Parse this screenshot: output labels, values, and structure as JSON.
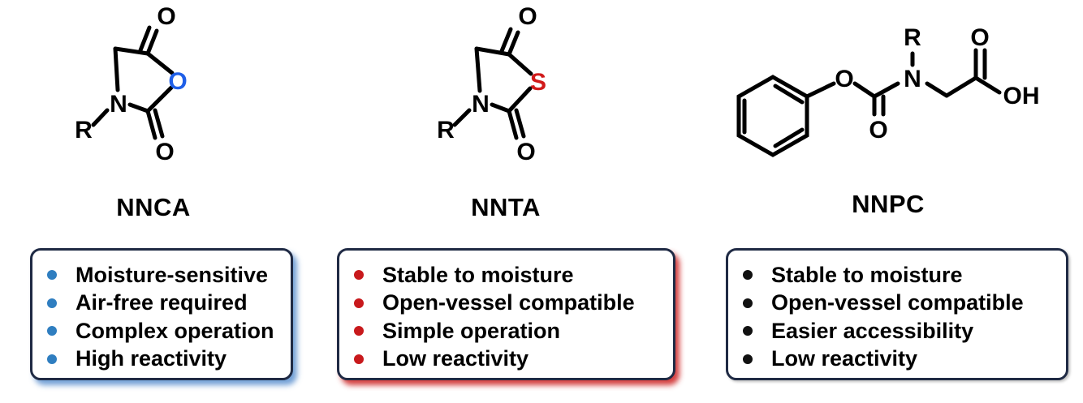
{
  "colors": {
    "blue": "#2f7ec0",
    "red": "#c8191c",
    "black": "#111111",
    "oxygen_blue": "#1f5fe8",
    "sulfur_red": "#d11a1a"
  },
  "structures": {
    "nnca": {
      "o_top": "O",
      "o_ring": "O",
      "o_bottom": "O",
      "n": "N",
      "r": "R"
    },
    "nnta": {
      "o_top": "O",
      "s_ring": "S",
      "o_bottom": "O",
      "n": "N",
      "r": "R"
    },
    "nnpc": {
      "o_ester": "O",
      "n": "N",
      "r": "R",
      "o_carbonyl": "O",
      "o_acid": "O",
      "oh": "OH"
    }
  },
  "columns": [
    {
      "name": "NNCA",
      "bullet_color": "#2f7ec0",
      "items": [
        "Moisture-sensitive",
        "Air-free required",
        "Complex operation",
        "High reactivity"
      ]
    },
    {
      "name": "NNTA",
      "bullet_color": "#c8191c",
      "items": [
        "Stable to moisture",
        "Open-vessel compatible",
        "Simple operation",
        "Low reactivity"
      ]
    },
    {
      "name": "NNPC",
      "bullet_color": "#111111",
      "items": [
        "Stable to moisture",
        "Open-vessel compatible",
        "Easier accessibility",
        "Low reactivity"
      ]
    }
  ]
}
